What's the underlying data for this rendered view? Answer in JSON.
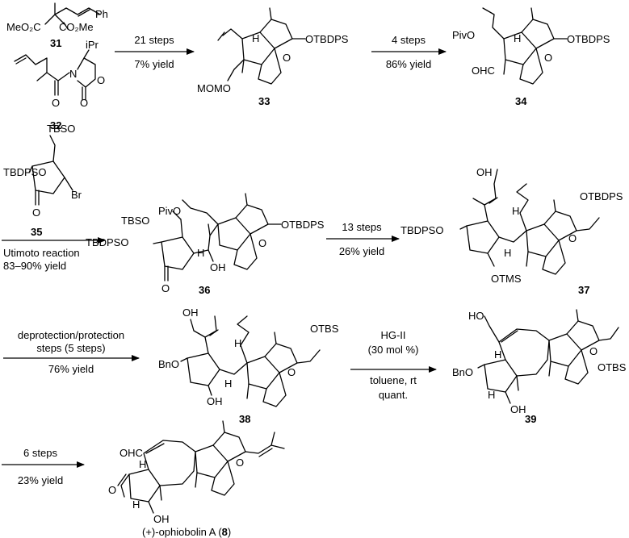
{
  "compounds": {
    "c31": {
      "number": "31",
      "labels": {
        "ph": "Ph",
        "meo2c": "MeO₂C",
        "co2me": "CO₂Me"
      }
    },
    "c32": {
      "number": "32",
      "labels": {
        "ipr": "iPr",
        "n": "N",
        "o_ring": "O",
        "o1": "O",
        "o2": "O"
      }
    },
    "c33": {
      "number": "33",
      "labels": {
        "h": "H",
        "o": "O",
        "otbdps": "OTBDPS",
        "mom": "MOMO"
      }
    },
    "c34": {
      "number": "34",
      "labels": {
        "pivo": "PivO",
        "h": "H",
        "o": "O",
        "otbdps": "OTBDPS",
        "ohc": "OHC"
      }
    },
    "c35": {
      "number": "35",
      "labels": {
        "tbso": "TBSO",
        "tbdpso": "TBDPSO",
        "br": "Br",
        "o": "O"
      }
    },
    "c36": {
      "number": "36",
      "labels": {
        "pivo": "PivO",
        "tbso": "TBSO",
        "tbdpso": "TBDPSO",
        "h": "H",
        "oh": "OH",
        "o": "O",
        "o_ring": "O",
        "otbdps": "OTBDPS"
      }
    },
    "c37": {
      "number": "37",
      "labels": {
        "oh": "OH",
        "tbdpso": "TBDPSO",
        "h1": "H",
        "h2": "H",
        "otms": "OTMS",
        "o": "O",
        "otbdps": "OTBDPS"
      }
    },
    "c38": {
      "number": "38",
      "labels": {
        "oh_top": "OH",
        "bno": "BnO",
        "h1": "H",
        "h2": "H",
        "oh": "OH",
        "o": "O",
        "otbs": "OTBS"
      }
    },
    "c39": {
      "number": "39",
      "labels": {
        "ho": "HO",
        "bno": "BnO",
        "h1": "H",
        "h2": "H",
        "oh": "OH",
        "o": "O",
        "otbs": "OTBS"
      }
    },
    "c8": {
      "name_prefix": "(+)-ophiobolin A (",
      "number": "8",
      "name_suffix": ")",
      "labels": {
        "ohc": "OHC",
        "h1": "H",
        "h2": "H",
        "oh": "OH",
        "o_ketone": "O",
        "o": "O"
      }
    }
  },
  "steps": [
    {
      "id": "a1",
      "above": "21 steps",
      "below": "7% yield"
    },
    {
      "id": "a2",
      "above": "4 steps",
      "below": "86% yield"
    },
    {
      "id": "a3",
      "above": "",
      "below1": "Utimoto reaction",
      "below2": "83–90% yield"
    },
    {
      "id": "a4",
      "above": "13 steps",
      "below": "26% yield"
    },
    {
      "id": "a5",
      "above1": "deprotection/protection",
      "above2": "steps (5 steps)",
      "below": "76% yield"
    },
    {
      "id": "a6",
      "above1": "HG-II",
      "above2": "(30 mol %)",
      "below1": "toluene, rt",
      "below2": "quant."
    },
    {
      "id": "a7",
      "above": "6 steps",
      "below": "23% yield"
    }
  ]
}
